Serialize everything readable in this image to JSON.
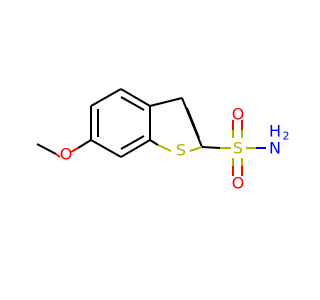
{
  "molecule": {
    "colors": {
      "carbon_bond": "#000000",
      "sulfur": "#b3b300",
      "oxygen": "#ff0000",
      "nitrogen": "#0000ff"
    },
    "labels": {
      "methoxy_oxygen": "O",
      "ring_sulfur": "S",
      "sulfonyl_sulfur": "S",
      "sulfonyl_oxygen_top": "O",
      "sulfonyl_oxygen_bottom": "O",
      "amine_nitrogen": "N",
      "amine_hydrogen": "H",
      "amine_hydrogen_count": "2"
    }
  }
}
